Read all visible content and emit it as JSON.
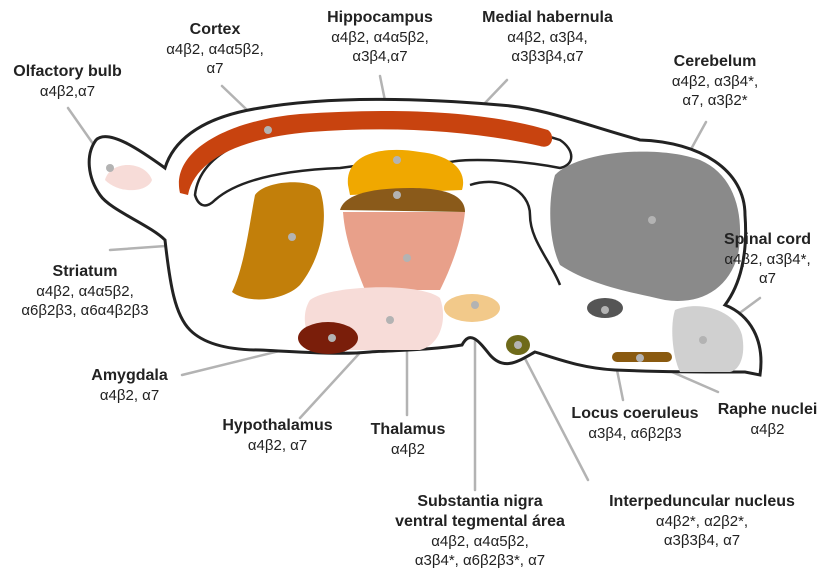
{
  "regions": {
    "olfactory": {
      "name": "Olfactory bulb",
      "receptors": [
        "α4β2,α7"
      ],
      "color": "#f7dcd8"
    },
    "cortex": {
      "name": "Cortex",
      "receptors": [
        "α4β2, α4α5β2,",
        "α7"
      ],
      "color": "#c8430f"
    },
    "hippocampus": {
      "name": "Hippocampus",
      "receptors": [
        "α4β2, α4α5β2,",
        "α3β4,α7"
      ],
      "color": "#f0a800"
    },
    "habenula": {
      "name": "Medial habernula",
      "receptors": [
        "α4β2, α3β4,",
        "α3β3β4,α7"
      ],
      "color": "#8a5a1a"
    },
    "cerebellum": {
      "name": "Cerebelum",
      "receptors": [
        "α4β2, α3β4*,",
        "α7, α3β2*"
      ],
      "color": "#8a8a8a"
    },
    "spinal": {
      "name": "Spinal cord",
      "receptors": [
        "α4β2, α3β4*,",
        "α7"
      ],
      "color": "#d0d0d0"
    },
    "striatum": {
      "name": "Striatum",
      "receptors": [
        "α4β2, α4α5β2,",
        "α6β2β3,  α6α4β2β3"
      ],
      "color": "#c27f0a"
    },
    "amygdala": {
      "name": "Amygdala",
      "receptors": [
        "α4β2, α7"
      ],
      "color": "#7a1e0a"
    },
    "hypothalamus": {
      "name": "Hypothalamus",
      "receptors": [
        "α4β2, α7"
      ],
      "color": "#f7dcd8"
    },
    "thalamus": {
      "name": "Thalamus",
      "receptors": [
        "α4β2"
      ],
      "color": "#e8a08a"
    },
    "substantia": {
      "name": "Substantia nigra\nventral tegmental área",
      "receptors": [
        "α4β2, α4α5β2,",
        "α3β4*, α6β2β3*, α7"
      ],
      "color": "#f2c98a"
    },
    "interpeduncular": {
      "name": "Interpeduncular nucleus",
      "receptors": [
        "α4β2*, α2β2*,",
        "α3β3β4, α7"
      ],
      "color": "#6e6a1a"
    },
    "locus": {
      "name": "Locus coeruleus",
      "receptors": [
        "α3β4, α6β2β3"
      ],
      "color": "#555555"
    },
    "raphe": {
      "name": "Raphe nuclei",
      "receptors": [
        "α4β2"
      ],
      "color": "#8a5a10"
    }
  }
}
